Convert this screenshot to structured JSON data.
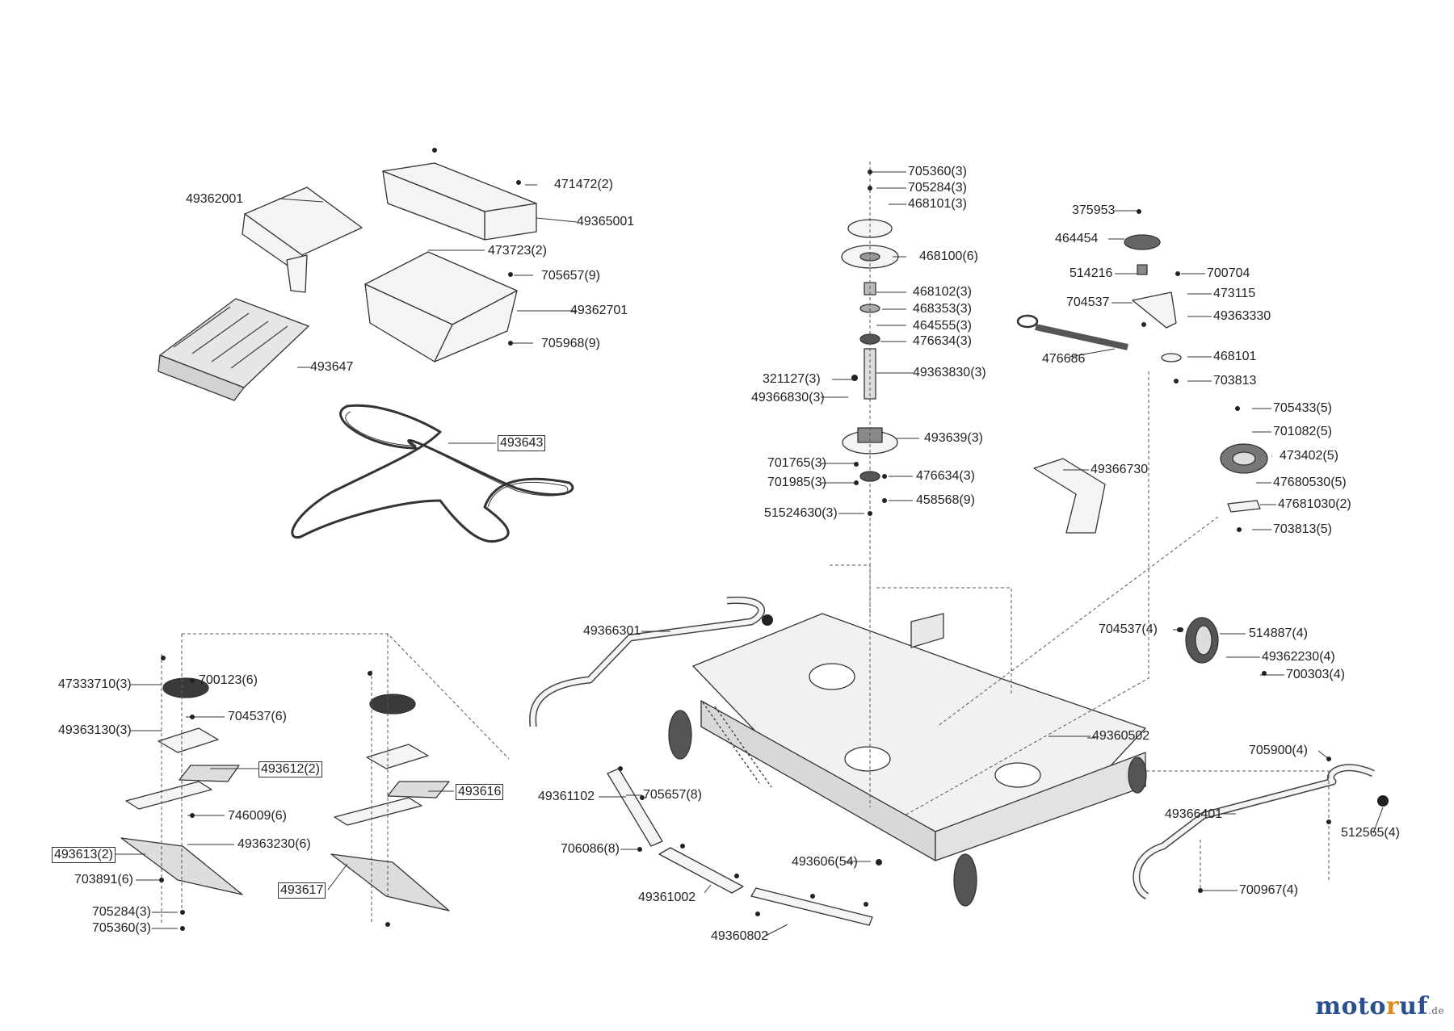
{
  "diagram": {
    "labels": {
      "l49362001": "49362001",
      "l471472": "471472(2)",
      "l49365001": "49365001",
      "l473723": "473723(2)",
      "l705657_9": "705657(9)",
      "l49362701": "49362701",
      "l705968": "705968(9)",
      "l493647": "493647",
      "l493643": "493643",
      "l705360_3a": "705360(3)",
      "l705284_3a": "705284(3)",
      "l468101_3": "468101(3)",
      "l468100": "468100(6)",
      "l468102": "468102(3)",
      "l468353": "468353(3)",
      "l464555": "464555(3)",
      "l476634_a": "476634(3)",
      "l321127": "321127(3)",
      "l49363830": "49363830(3)",
      "l49366830": "49366830(3)",
      "l493639": "493639(3)",
      "l701765": "701765(3)",
      "l701985": "701985(3)",
      "l476634_b": "476634(3)",
      "l458568": "458568(9)",
      "l51524630": "51524630(3)",
      "l375953": "375953",
      "l464454": "464454",
      "l514216": "514216",
      "l700704": "700704",
      "l704537_a": "704537",
      "l473115": "473115",
      "l49363330": "49363330",
      "l476686": "476686",
      "l468101": "468101",
      "l703813_a": "703813",
      "l705433": "705433(5)",
      "l701082": "701082(5)",
      "l473402": "473402(5)",
      "l49366730": "49366730",
      "l47680530": "47680530(5)",
      "l47681030": "47681030(2)",
      "l703813_5": "703813(5)",
      "l49366301": "49366301",
      "l704537_4": "704537(4)",
      "l514887": "514887(4)",
      "l49362230": "49362230(4)",
      "l700303": "700303(4)",
      "l47333710": "47333710(3)",
      "l700123": "700123(6)",
      "l704537_6": "704537(6)",
      "l49363130": "49363130(3)",
      "l493612": "493612(2)",
      "l493616": "493616",
      "l746009": "746009(6)",
      "l49363230": "49363230(6)",
      "l493613": "493613(2)",
      "l703891": "703891(6)",
      "l493617": "493617",
      "l705284_3b": "705284(3)",
      "l705360_3b": "705360(3)",
      "l49360502": "49360502",
      "l49361102": "49361102",
      "l705657_8": "705657(8)",
      "l706086": "706086(8)",
      "l49361002": "49361002",
      "l493606": "493606(54)",
      "l49360802": "49360802",
      "l705900": "705900(4)",
      "l49366401": "49366401",
      "l512565": "512565(4)",
      "l700967": "700967(4)"
    },
    "watermark": {
      "part1": "moto",
      "part2": "r",
      "part3": "uf",
      "suffix": ".de"
    },
    "colors": {
      "line": "#333333",
      "part_fill": "#f4f4f4",
      "dark_part": "#3a3a3a",
      "brand_blue": "#2a4f8f",
      "brand_orange": "#e08a1e"
    }
  }
}
